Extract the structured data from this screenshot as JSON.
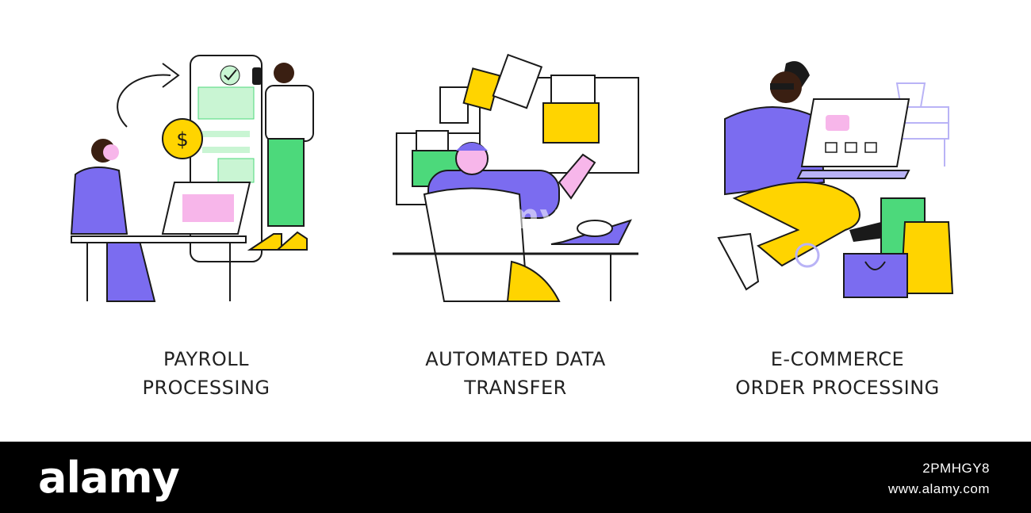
{
  "panels": [
    {
      "title_line1": "PAYROLL",
      "title_line2": "PROCESSING"
    },
    {
      "title_line1": "AUTOMATED DATA",
      "title_line2": "TRANSFER"
    },
    {
      "title_line1": "E-COMMERCE",
      "title_line2": "ORDER PROCESSING"
    }
  ],
  "footer": {
    "brand": "alamy",
    "image_id": "2PMHGY8",
    "site": "www.alamy.com"
  },
  "watermark": "alamy",
  "colors": {
    "purple": "#7b6cf0",
    "yellow": "#ffd400",
    "green": "#4cd97b",
    "pink": "#f7b6ea",
    "dark_skin": "#3a1f12",
    "line": "#1a1a1a"
  }
}
